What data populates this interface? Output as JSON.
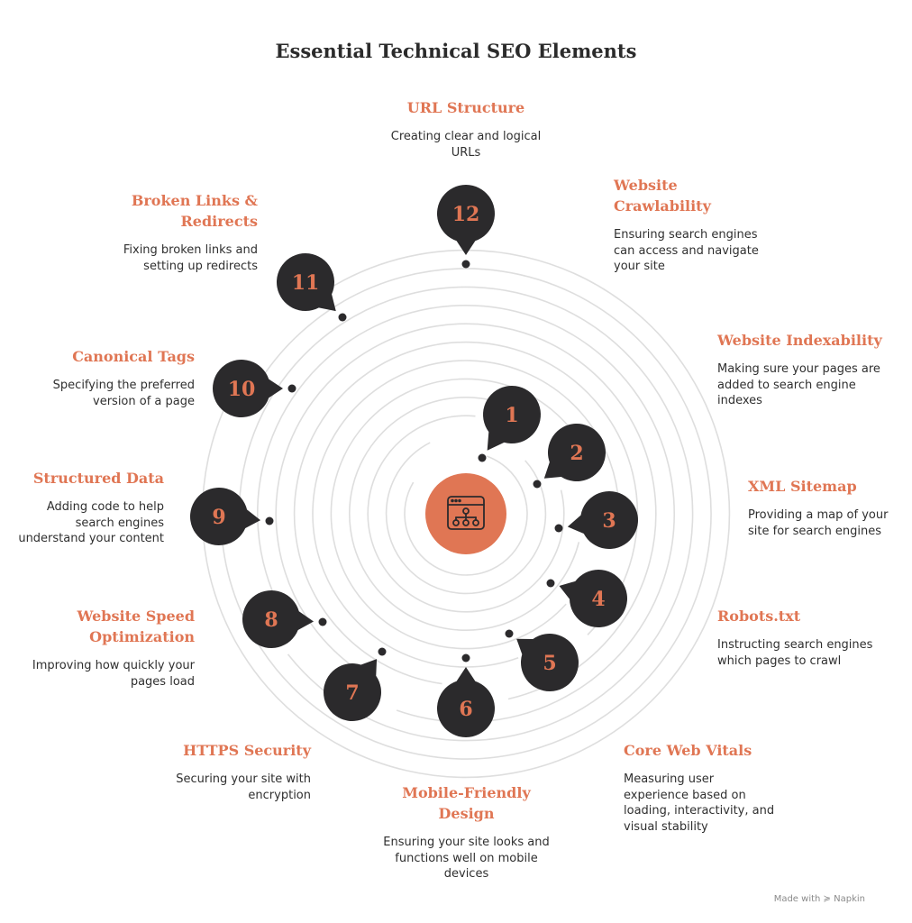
{
  "title": "Essential Technical SEO Elements",
  "center_icon": "website-sitemap-icon",
  "colors": {
    "accent": "#e07654",
    "pin": "#2b2a2c",
    "ring": "#dedede",
    "text": "#2f2f2f"
  },
  "elements": [
    {
      "number": "1",
      "heading": "Website\nCrawlability",
      "description": "Ensuring search engines\ncan access and navigate\nyour site"
    },
    {
      "number": "2",
      "heading": "Website Indexability",
      "description": "Making sure your pages are\nadded to search engine\nindexes"
    },
    {
      "number": "3",
      "heading": "XML Sitemap",
      "description": "Providing a map of your\nsite for search engines"
    },
    {
      "number": "4",
      "heading": "Robots.txt",
      "description": "Instructing search engines\nwhich pages to crawl"
    },
    {
      "number": "5",
      "heading": "Core Web Vitals",
      "description": "Measuring user\nexperience based on\nloading, interactivity, and\nvisual stability"
    },
    {
      "number": "6",
      "heading": "Mobile-Friendly\nDesign",
      "description": "Ensuring your site looks and\nfunctions well on mobile\ndevices"
    },
    {
      "number": "7",
      "heading": "HTTPS Security",
      "description": "Securing your site with\nencryption"
    },
    {
      "number": "8",
      "heading": "Website Speed\nOptimization",
      "description": "Improving how quickly your\npages load"
    },
    {
      "number": "9",
      "heading": "Structured Data",
      "description": "Adding code to help\nsearch engines\nunderstand your content"
    },
    {
      "number": "10",
      "heading": "Canonical Tags",
      "description": "Specifying the preferred\nversion of a page"
    },
    {
      "number": "11",
      "heading": "Broken Links &\nRedirects",
      "description": "Fixing broken links and\nsetting up redirects"
    },
    {
      "number": "12",
      "heading": "URL Structure",
      "description": "Creating clear and logical\nURLs"
    }
  ],
  "footer": {
    "text": "Made with",
    "brand": "Napkin",
    "icon": "napkin-logo-icon"
  }
}
